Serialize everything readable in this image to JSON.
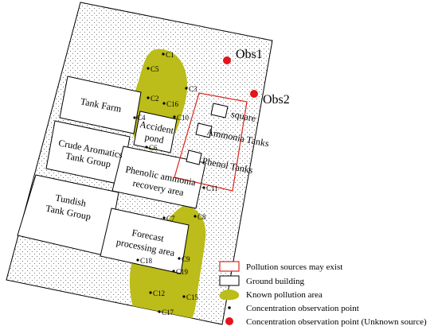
{
  "observation_labels": {
    "obs1": "Obs1",
    "obs2": "Obs2"
  },
  "buildings": {
    "tank_farm": "Tank Farm",
    "accident_pond_1": "Accident",
    "accident_pond_2": "pond",
    "crude_1": "Crude Aromatics",
    "crude_2": "Tank Group",
    "tundish_1": "Tundish",
    "tundish_2": "Tank Group",
    "phenolic_1": "Phenolic ammonia",
    "phenolic_2": "recovery area",
    "forecast_1": "Forecast",
    "forecast_2": "processing area",
    "square": "square",
    "ammonia": "Ammonia Tanks",
    "phenol": "Phenol Tanks"
  },
  "points": {
    "c1": "C1",
    "c2": "C2",
    "c3": "C3",
    "c4": "C4",
    "c5": "C5",
    "c6": "C6",
    "c7": "C7",
    "c8": "C8",
    "c9": "C9",
    "c10": "C10",
    "c11": "C11",
    "c12": "C12",
    "c15": "C15",
    "c16": "C16",
    "c17": "C17",
    "c18": "C18",
    "c19": "C19"
  },
  "legend": {
    "pollution_sources": "Pollution sources may exist",
    "ground_building": "Ground building",
    "known_pollution": "Known pollution area",
    "concentration_point": "Concentration observation point",
    "unknown_source_point": "Concentration observation point (Unknown  source)"
  },
  "colors": {
    "pollution_area": "#bcbc1a",
    "suspect_outline": "#e0241b",
    "unknown_point": "#e3141b",
    "building_outline": "#000000"
  }
}
